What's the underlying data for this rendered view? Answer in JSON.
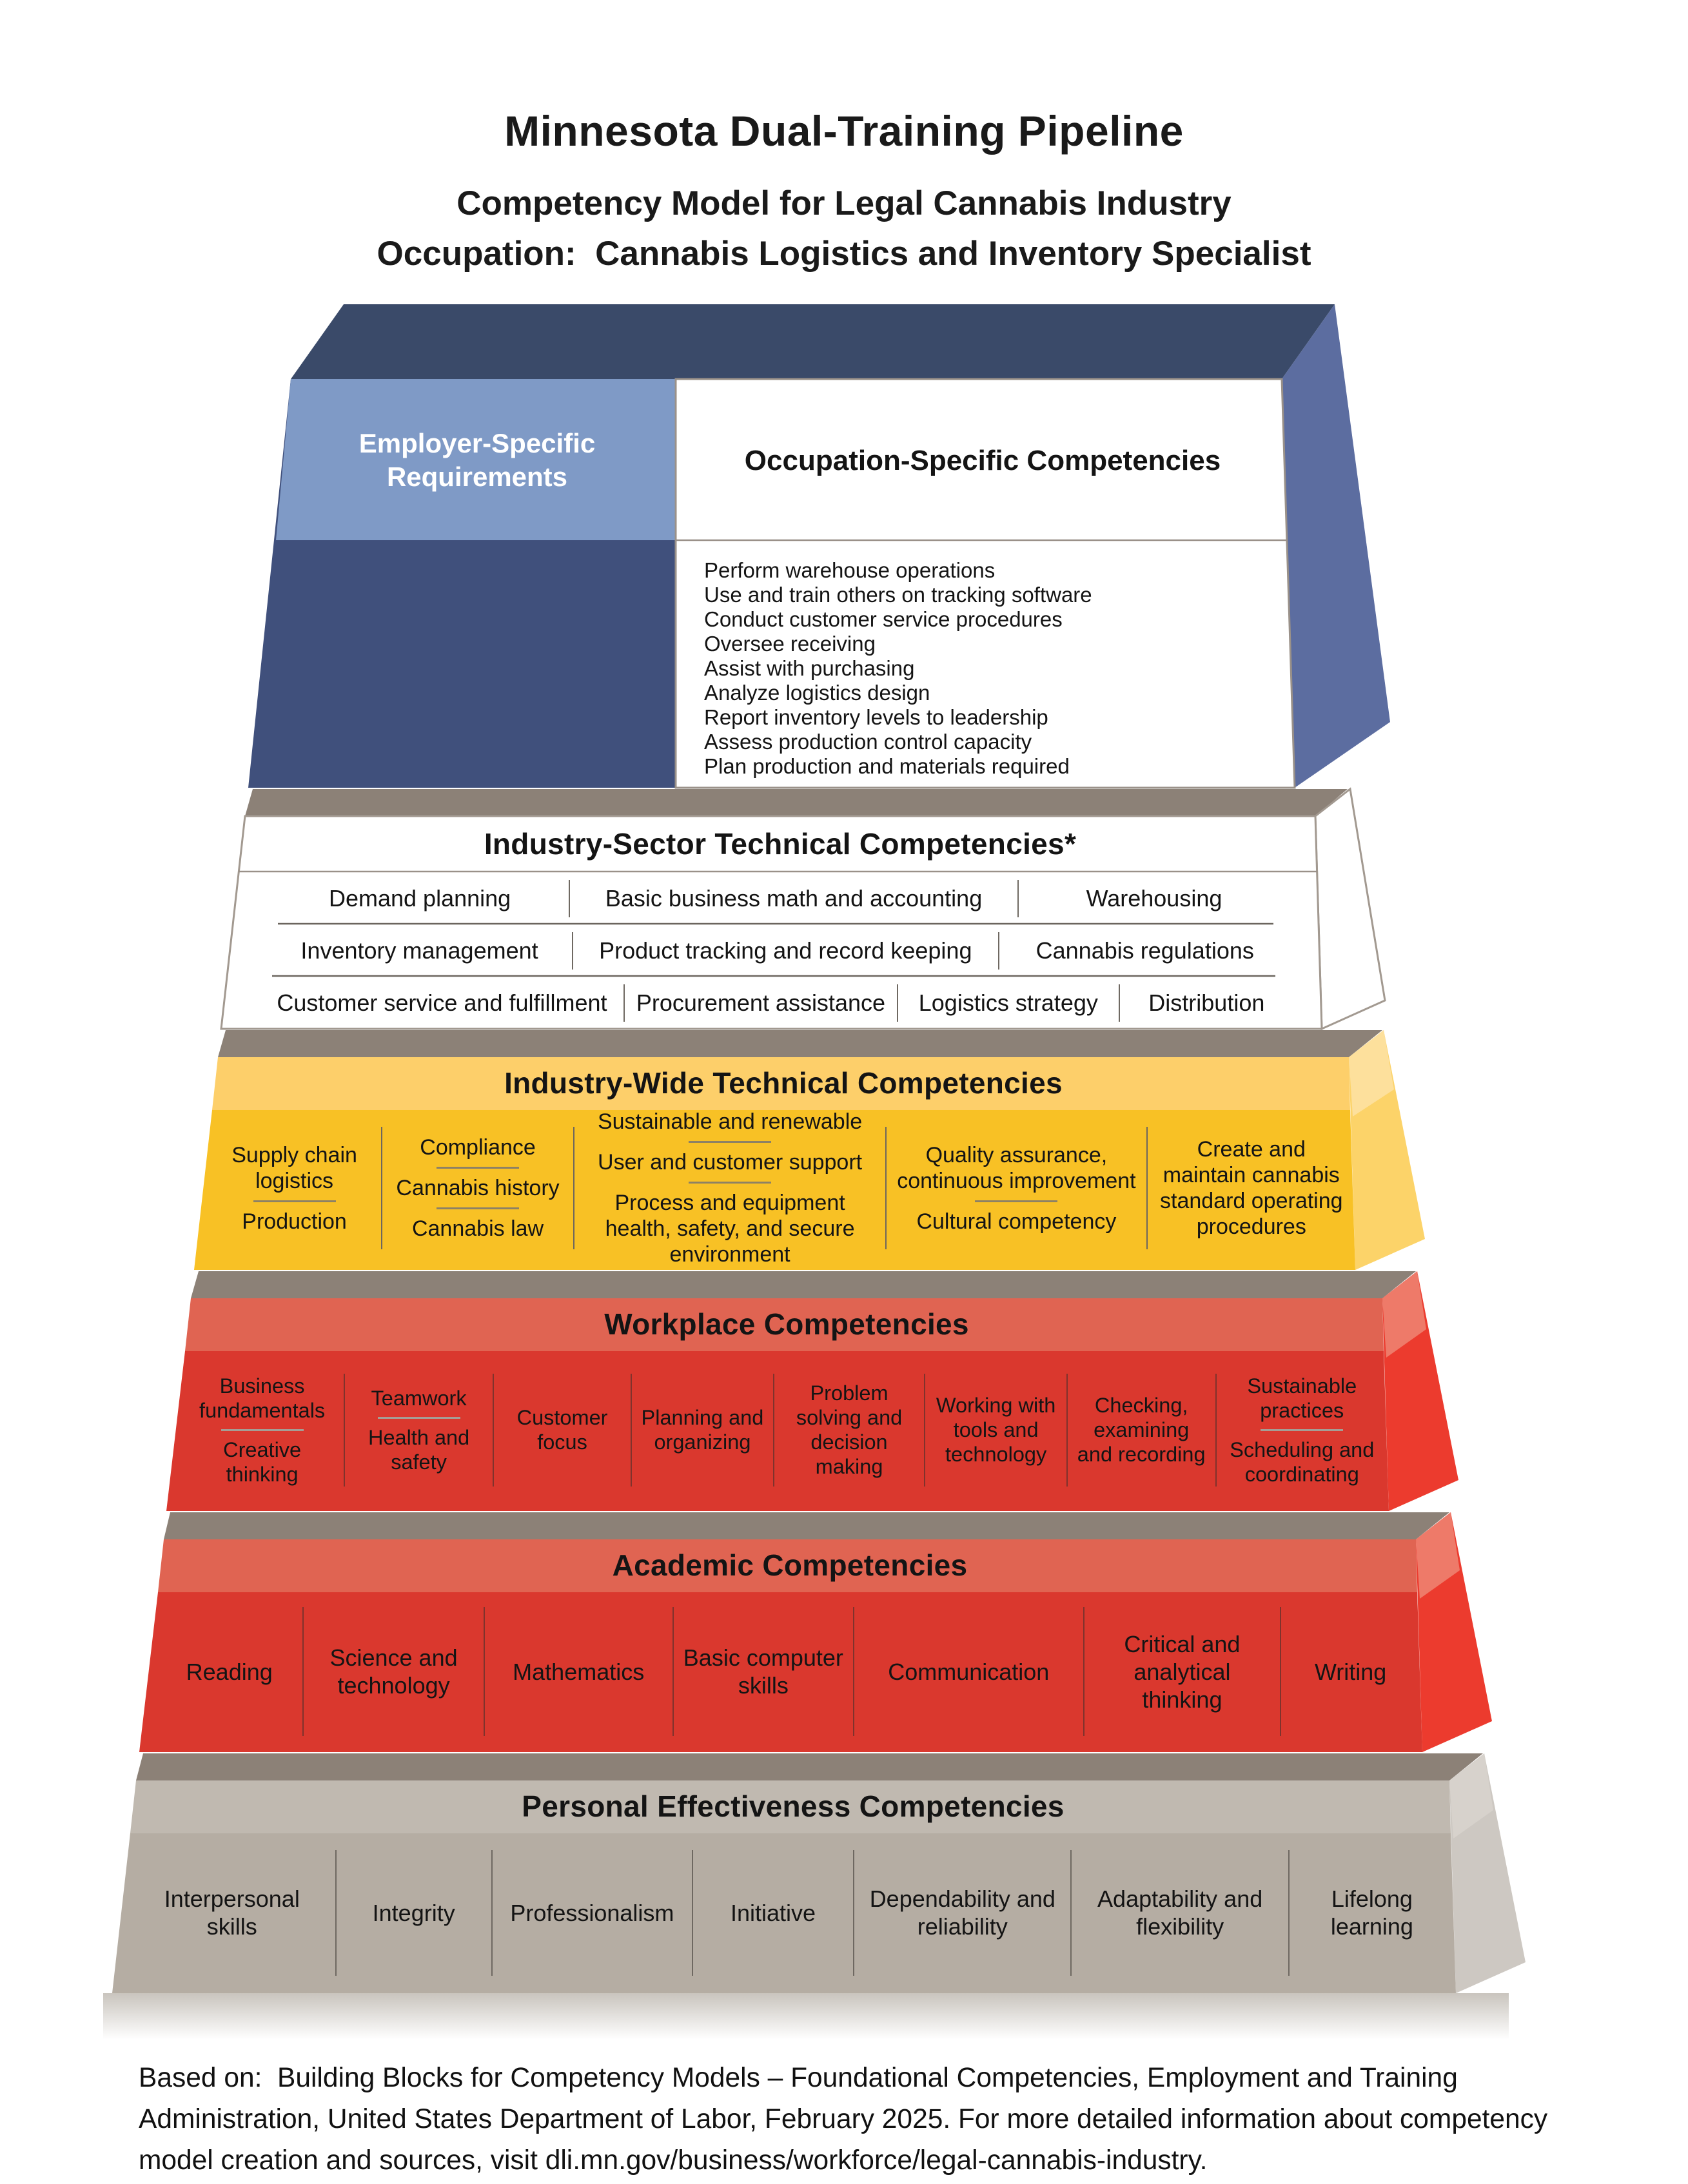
{
  "header": {
    "title": "Minnesota Dual-Training Pipeline",
    "subtitle_line1": "Competency Model for Legal Cannabis Industry",
    "subtitle_line2": "Occupation:  Cannabis Logistics and Inventory Specialist"
  },
  "employer_tier": {
    "label": "Employer-Specific Requirements"
  },
  "occupation_tier": {
    "title": "Occupation-Specific Competencies",
    "items": [
      "Perform warehouse operations",
      "Use and train others on tracking software",
      "Conduct customer service procedures",
      "Oversee receiving",
      "Assist with purchasing",
      "Analyze logistics design",
      "Report inventory levels to leadership",
      "Assess production control capacity",
      "Plan production and materials required"
    ]
  },
  "sector_tier": {
    "title": "Industry-Sector Technical Competencies*",
    "rows": [
      [
        "Demand planning",
        "Basic business math and accounting",
        "Warehousing"
      ],
      [
        "Inventory management",
        "Product tracking and record keeping",
        "Cannabis regulations"
      ],
      [
        "Customer service and fulfillment",
        "Procurement assistance",
        "Logistics strategy",
        "Distribution"
      ]
    ]
  },
  "industry_tier": {
    "title": "Industry-Wide Technical Competencies",
    "columns": [
      [
        "Supply chain logistics",
        "Production"
      ],
      [
        "Compliance",
        "Cannabis history",
        "Cannabis law"
      ],
      [
        "Sustainable and renewable",
        "User and customer support",
        "Process and equipment health, safety, and secure environment"
      ],
      [
        "Quality assurance, continuous improvement",
        "Cultural competency"
      ],
      [
        "Create and maintain cannabis standard operating procedures"
      ]
    ]
  },
  "workplace_tier": {
    "title": "Workplace Competencies",
    "columns": [
      [
        "Business fundamentals",
        "Creative thinking"
      ],
      [
        "Teamwork",
        "Health and safety"
      ],
      [
        "Customer focus"
      ],
      [
        "Planning and organizing"
      ],
      [
        "Problem solving and decision making"
      ],
      [
        "Working with tools and technology"
      ],
      [
        "Checking, examining and recording"
      ],
      [
        "Sustainable practices",
        "Scheduling and coordinating"
      ]
    ]
  },
  "academic_tier": {
    "title": "Academic Competencies",
    "items": [
      "Reading",
      "Science and technology",
      "Mathematics",
      "Basic computer skills",
      "Communication",
      "Critical and analytical thinking",
      "Writing"
    ]
  },
  "personal_tier": {
    "title": "Personal Effectiveness Competencies",
    "items": [
      "Interpersonal skills",
      "Integrity",
      "Professionalism",
      "Initiative",
      "Dependability and reliability",
      "Adaptability and flexibility",
      "Lifelong learning"
    ]
  },
  "footer": {
    "text": "Based on:  Building Blocks for Competency Models – Foundational Competencies, Employment and Training Administration, United States Department of Labor, February 2025. For more detailed information about competency model creation and sources, visit dli.mn.gov/business/workforce/legal-cannabis-industry."
  },
  "colors": {
    "navy_top": "#3A4A69",
    "navy_front": "#40507C",
    "navy_side": "#5C6DA0",
    "light_blue": "#7F9AC6",
    "taupe_wedge": "#8C8177",
    "gold_header": "#FDCF6A",
    "gold_body": "#F8C125",
    "gold_side": "#FCD369",
    "gold_side_top": "#FDE09C",
    "red_header": "#E06452",
    "red_body": "#DA382E",
    "red_side": "#EC3B2E",
    "red_side_top": "#EE7A69",
    "gray_header": "#C0B9B0",
    "gray_body": "#B5ADA3",
    "gray_side": "#CDC8C2",
    "gray_side_top": "#D7D2CC",
    "white_face": "#FFFFFF"
  }
}
